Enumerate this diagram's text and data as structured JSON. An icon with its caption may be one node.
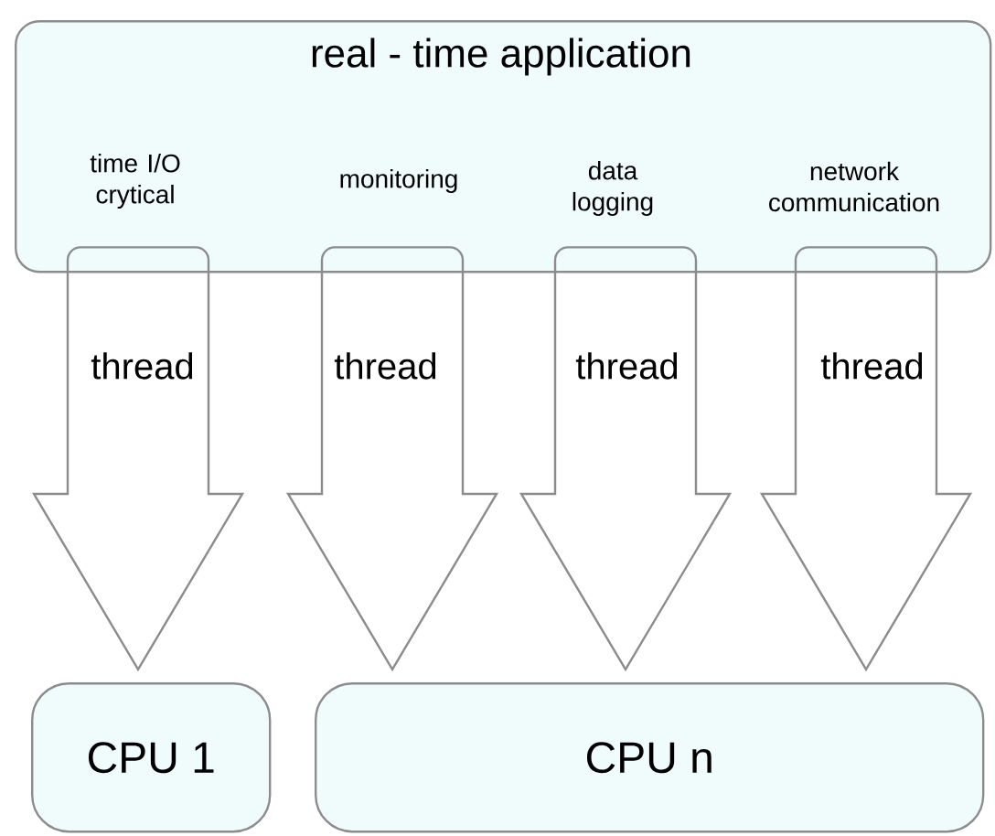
{
  "diagram": {
    "nodes": [
      {
        "text": [
          "real - time application"
        ]
      },
      {
        "text": [
          "time I/O crytical"
        ],
        "in": 0
      },
      {
        "text": [
          "monitoring"
        ],
        "in": 0
      },
      {
        "text": [
          "data logging"
        ],
        "in": 0
      },
      {
        "text": [
          "network communication"
        ],
        "in": 0
      },
      {
        "text": [
          "CPU 1"
        ]
      },
      {
        "text": [
          "CPU n"
        ]
      }
    ],
    "edges": [
      {
        "from": 1,
        "to": 5,
        "arrow": "to",
        "label": "thread"
      },
      {
        "from": 2,
        "to": 6,
        "arrow": "to",
        "label": "thread"
      },
      {
        "from": 3,
        "to": 6,
        "arrow": "to",
        "label": "thread"
      },
      {
        "from": 4,
        "to": 6,
        "arrow": "to",
        "label": "thread"
      }
    ]
  }
}
